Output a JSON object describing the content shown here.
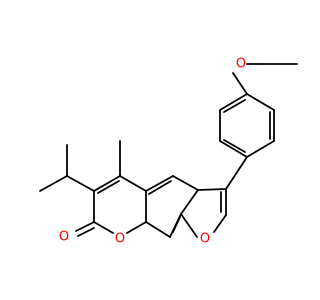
{
  "molecule": {
    "atoms": {
      "o_methoxy": "O",
      "o_furan": "O",
      "o_ring": "O",
      "o_carbonyl": "O"
    },
    "colors": {
      "bond": "#000000",
      "oxygen": "#ff0000"
    }
  }
}
